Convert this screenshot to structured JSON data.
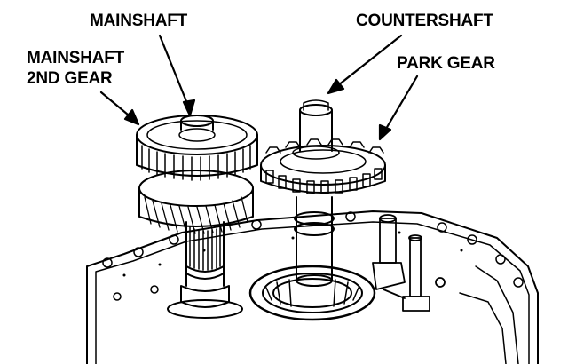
{
  "labels": {
    "mainshaft": "MAINSHAFT",
    "countershaft": "COUNTERSHAFT",
    "mainshaft_2nd_gear_line1": "MAINSHAFT",
    "mainshaft_2nd_gear_line2": "2ND GEAR",
    "park_gear": "PARK GEAR"
  },
  "colors": {
    "ink": "#000000",
    "paper": "#ffffff"
  }
}
